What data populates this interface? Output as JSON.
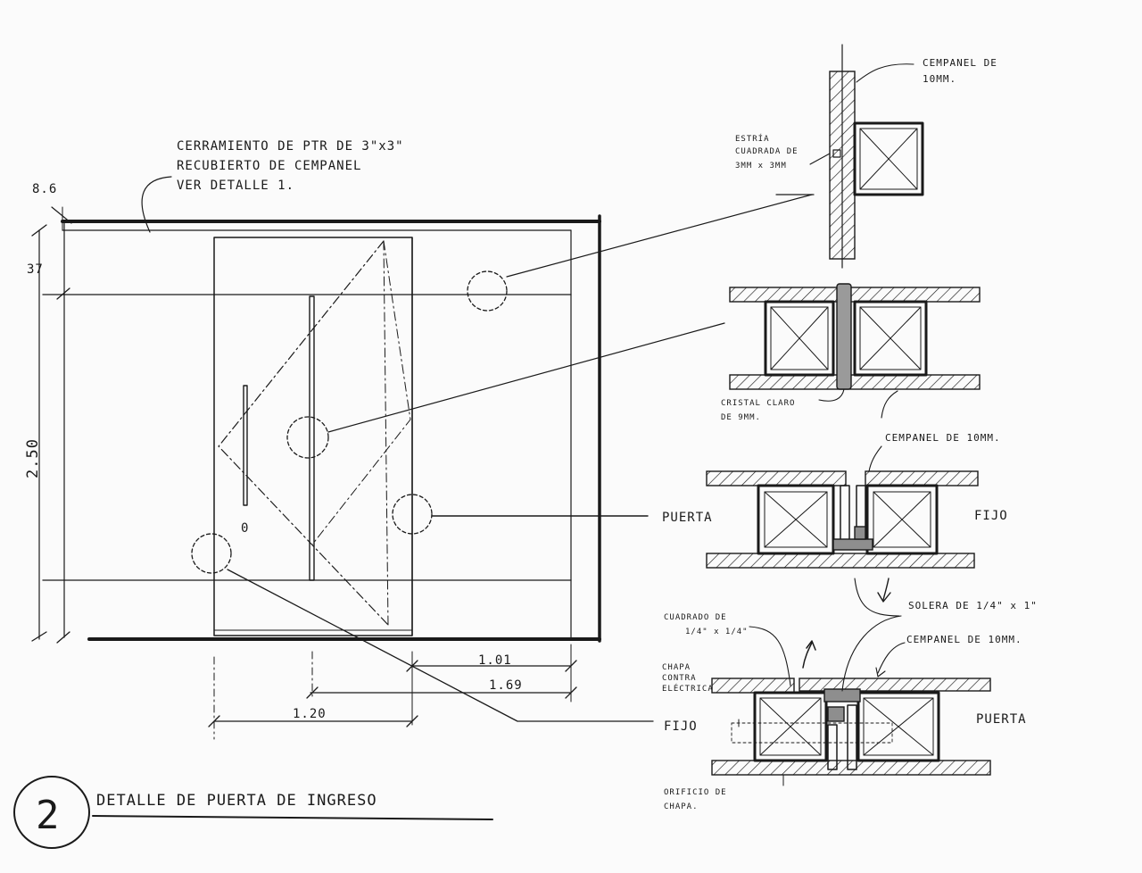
{
  "title": {
    "number": "2",
    "text": "DETALLE DE PUERTA DE INGRESO"
  },
  "elevation": {
    "note_lines": [
      "CERRAMIENTO DE PTR DE 3\"x3\"",
      "RECUBIERTO DE CEMPANEL",
      "VER DETALLE 1."
    ],
    "dims": {
      "top": "8.6",
      "upper": "37",
      "height": "2.50",
      "w1": "1.01",
      "w2": "1.69",
      "w3": "1.20",
      "pivot": "0"
    }
  },
  "details": {
    "d1": {
      "panel": [
        "CEMPANEL DE",
        "10MM."
      ],
      "groove": [
        "ESTRÍA",
        "CUADRADA DE",
        "3MM x 3MM"
      ]
    },
    "d2": {
      "glass": [
        "CRISTAL CLARO",
        "DE 9MM."
      ],
      "panel": "CEMPANEL DE 10MM."
    },
    "d3": {
      "left": "PUERTA",
      "right": "FIJO"
    },
    "d4": {
      "square": [
        "CUADRADO DE",
        "1/4\" x 1/4\""
      ],
      "bar": "SOLERA DE 1/4\" x 1\"",
      "panel": "CEMPANEL DE 10MM.",
      "lock": [
        "CHAPA",
        "CONTRA",
        "ELÉCTRICA"
      ],
      "hole": [
        "ORIFICIO DE",
        "CHAPA."
      ],
      "right": "PUERTA"
    },
    "fijo": "FIJO"
  }
}
